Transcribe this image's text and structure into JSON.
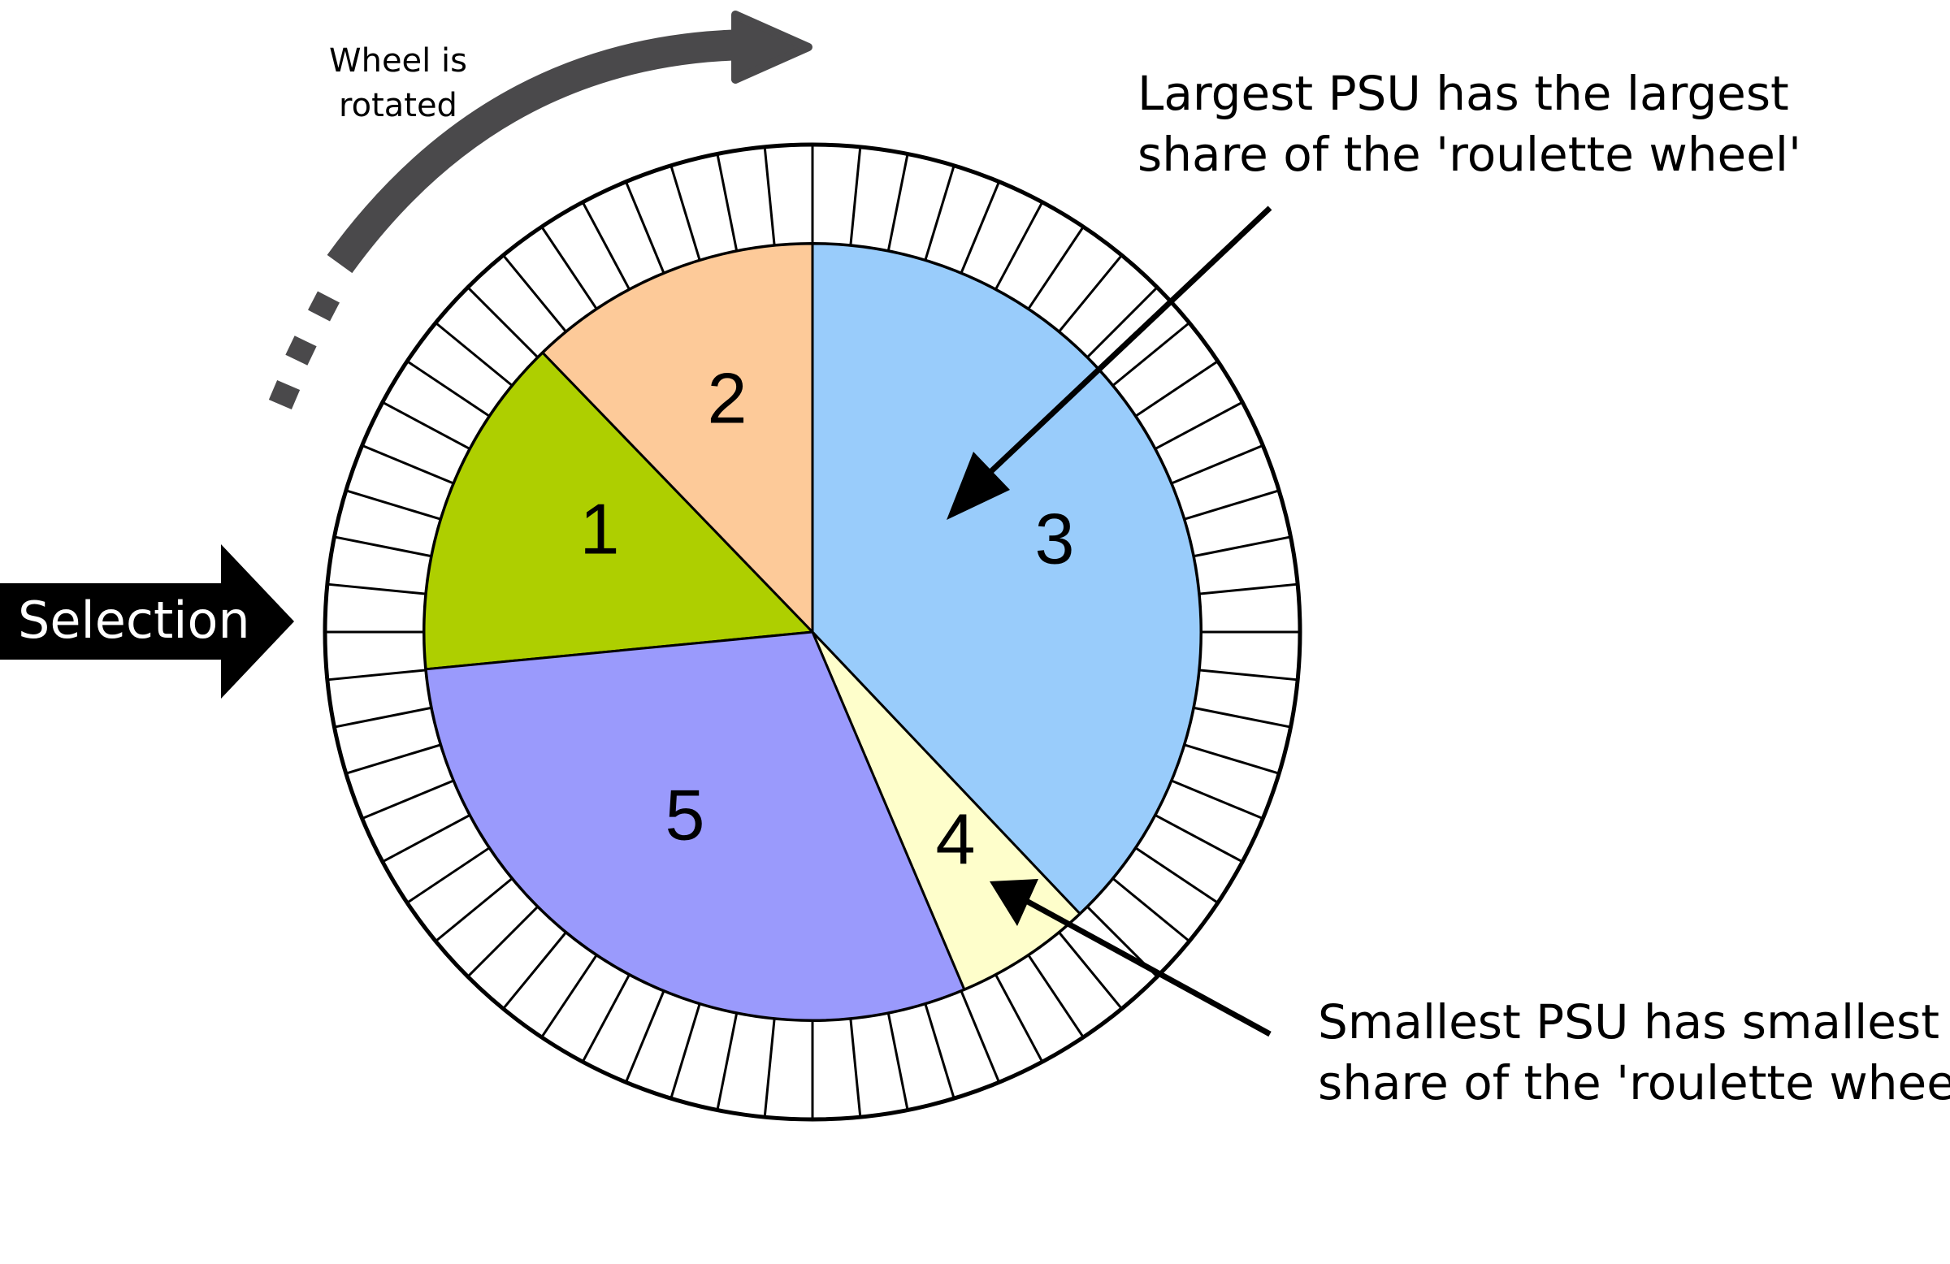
{
  "rotation_note": {
    "line1": "Wheel is",
    "line2": "rotated"
  },
  "selection_arrow": {
    "label": "Selection"
  },
  "largest_annotation": {
    "line1": "Largest PSU has the largest",
    "line2": "share of the 'roulette wheel'"
  },
  "smallest_annotation": {
    "line1": "Smallest PSU has smallest",
    "line2": "share of the 'roulette wheel'"
  },
  "segments": [
    {
      "label": "1",
      "color": "#aecf00"
    },
    {
      "label": "2",
      "color": "#fdca99"
    },
    {
      "label": "3",
      "color": "#99ccfb"
    },
    {
      "label": "4",
      "color": "#fefecb"
    },
    {
      "label": "5",
      "color": "#9a9afc"
    }
  ],
  "colors": {
    "arrow_dark": "#4a494b",
    "selection_arrow": "#000000"
  }
}
